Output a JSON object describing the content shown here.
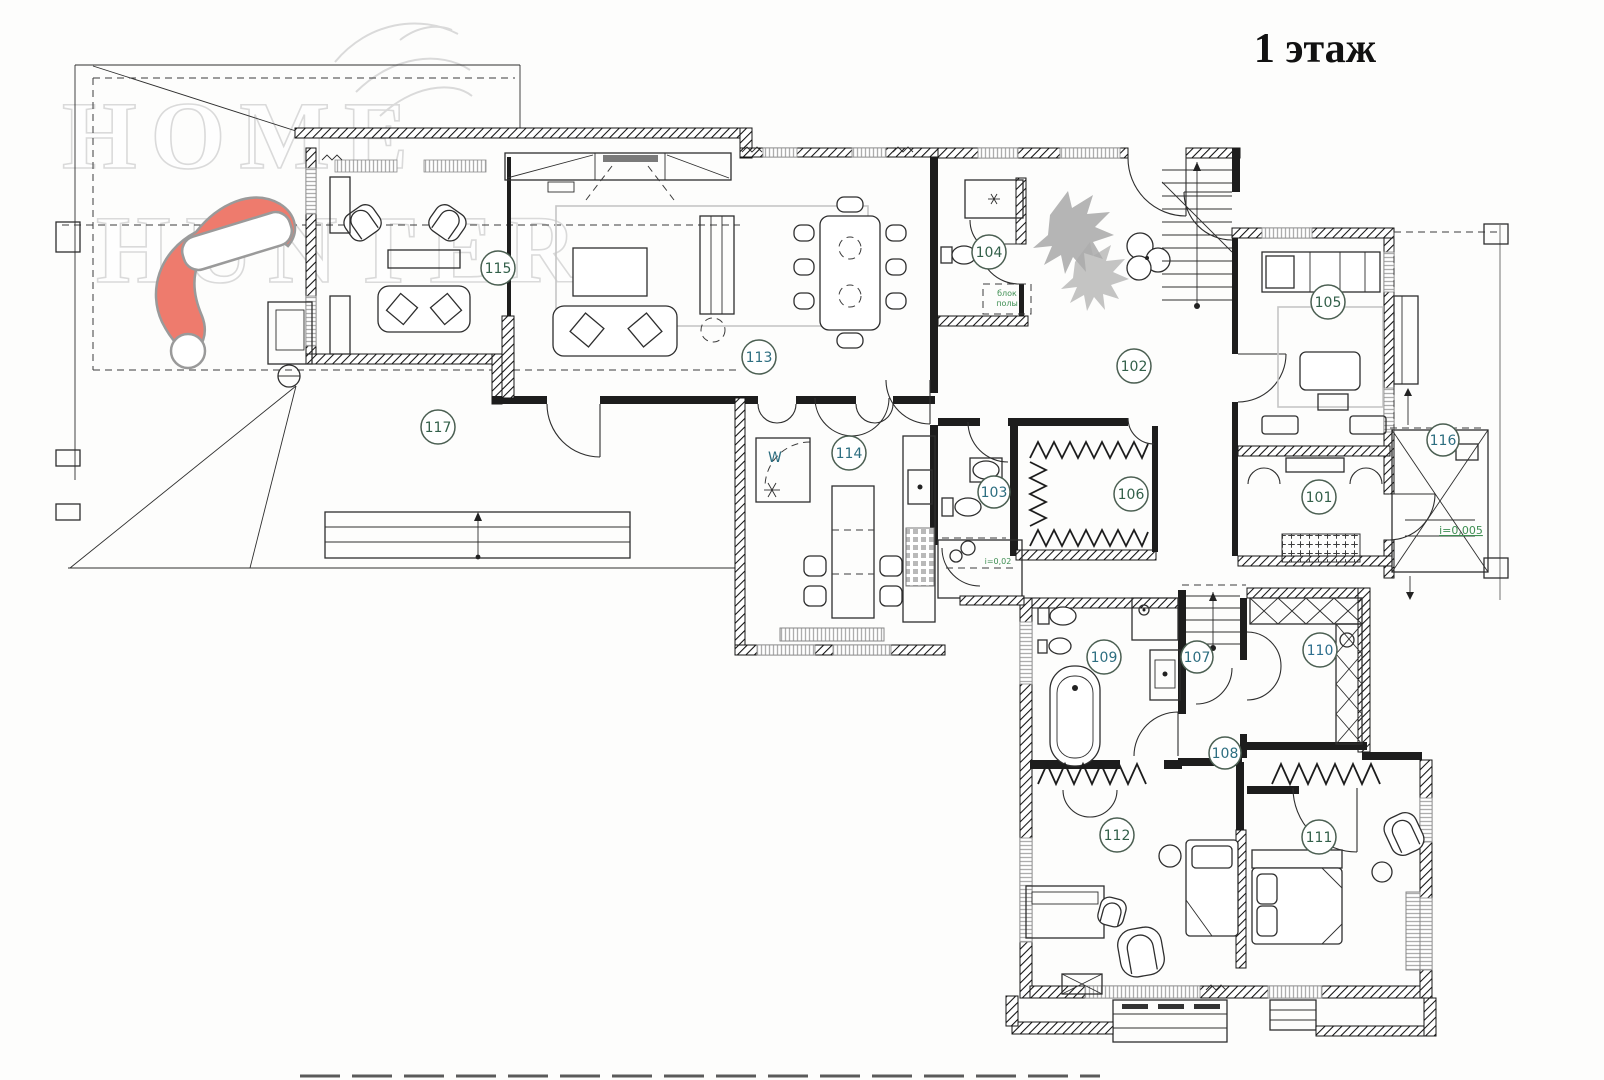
{
  "title": "1 этаж",
  "watermark": {
    "line1": "HOME",
    "line2": "HUNTER"
  },
  "rooms": [
    {
      "number": "101"
    },
    {
      "number": "102"
    },
    {
      "number": "103"
    },
    {
      "number": "104"
    },
    {
      "number": "105"
    },
    {
      "number": "106"
    },
    {
      "number": "107"
    },
    {
      "number": "108"
    },
    {
      "number": "109"
    },
    {
      "number": "110"
    },
    {
      "number": "111"
    },
    {
      "number": "112"
    },
    {
      "number": "113"
    },
    {
      "number": "114"
    },
    {
      "number": "115"
    },
    {
      "number": "116"
    },
    {
      "number": "117"
    }
  ],
  "annotations": {
    "washer": "W",
    "slope_entrance": "i=0,005",
    "slope_rear": "i=0,02",
    "floor_note_line1": "блок",
    "floor_note_line2": "полы"
  },
  "colors": {
    "label_green": "#33604a",
    "label_teal": "#2d6e80",
    "label_blue": "#2e6f8e",
    "santa_red": "#ee7b6d",
    "watermark_gray": "#d7d7d7",
    "annotation_green": "#3e8e52"
  }
}
